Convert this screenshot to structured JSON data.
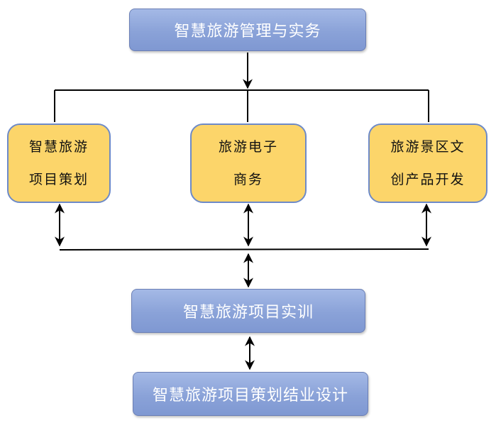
{
  "nodes": {
    "top": "智慧旅游管理与实务",
    "left": [
      "智慧旅游",
      "项目策划"
    ],
    "middle": [
      "旅游电子",
      "商务"
    ],
    "right": [
      "旅游景区文",
      "创产品开发"
    ],
    "training": "智慧旅游项目实训",
    "final": "智慧旅游项目策划结业设计"
  },
  "colors": {
    "blue_fill": "#8aa2d8",
    "yellow_fill": "#fcd56a",
    "border": "#6d8ac8",
    "line": "#000000"
  }
}
